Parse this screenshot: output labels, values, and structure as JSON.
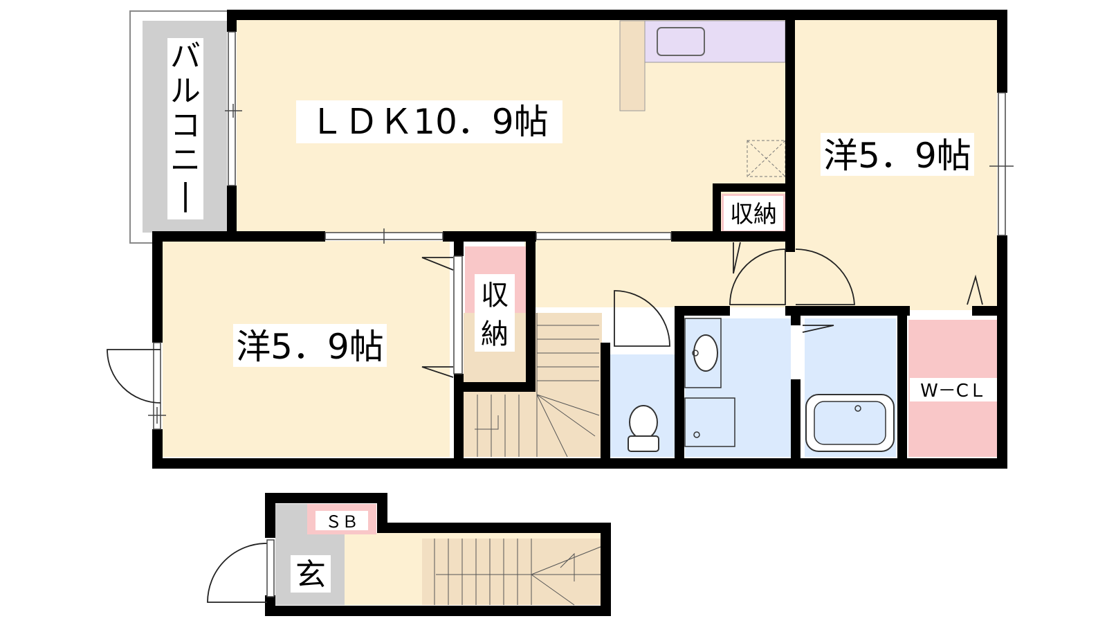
{
  "rooms": {
    "balcony": "バルコニー",
    "ldk": "ＬＤＫ10．9帖",
    "bedroom_right": "洋5．9帖",
    "bedroom_left": "洋5．9帖",
    "storage_ldk": "収納",
    "storage_left": "収納",
    "walk_in_closet": "W－CＬ",
    "shoe_box": "ＳＢ",
    "entrance": "玄"
  },
  "colors": {
    "room_floor": "#fdf0d2",
    "balcony": "#cfcfcf",
    "storage": "#f9c7c8",
    "wet_area": "#dbeafd",
    "kitchen": "#e7dcf5",
    "counter": "#f2dfc2",
    "stairs": "#f2dfc2",
    "wall": "#000000"
  }
}
